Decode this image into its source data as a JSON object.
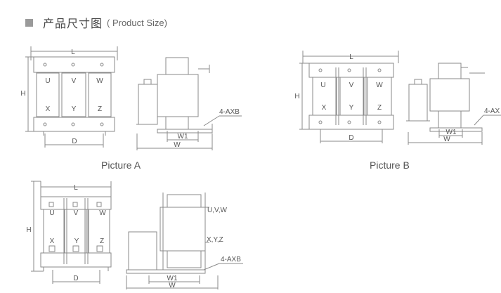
{
  "header": {
    "title_cn": "产品尺寸图",
    "title_en": "( Product Size)"
  },
  "pictures": [
    {
      "caption": "Picture A",
      "dims": {
        "L": "L",
        "H": "H",
        "D": "D",
        "W": "W",
        "W1": "W1"
      },
      "terminals_top": [
        "U",
        "V",
        "W"
      ],
      "terminals_bottom": [
        "X",
        "Y",
        "Z"
      ],
      "mount_label": "4-AXB"
    },
    {
      "caption": "Picture B",
      "dims": {
        "L": "L",
        "H": "H",
        "D": "D",
        "W": "W",
        "W1": "W1"
      },
      "terminals_top": [
        "U",
        "V",
        "W"
      ],
      "terminals_bottom": [
        "X",
        "Y",
        "Z"
      ],
      "mount_label": "4-AX"
    },
    {
      "caption": "",
      "dims": {
        "L": "L",
        "H": "H",
        "D": "D",
        "W": "W",
        "W1": "W1"
      },
      "terminals_top": [
        "U",
        "V",
        "W"
      ],
      "terminals_bottom": [
        "X",
        "Y",
        "Z"
      ],
      "mount_label": "4-AXB",
      "side_label_top": "U,V,W",
      "side_label_bottom": "X,Y,Z"
    }
  ],
  "colors": {
    "line": "#8a8a8a",
    "text": "#555555",
    "square": "#9a9a9a"
  }
}
